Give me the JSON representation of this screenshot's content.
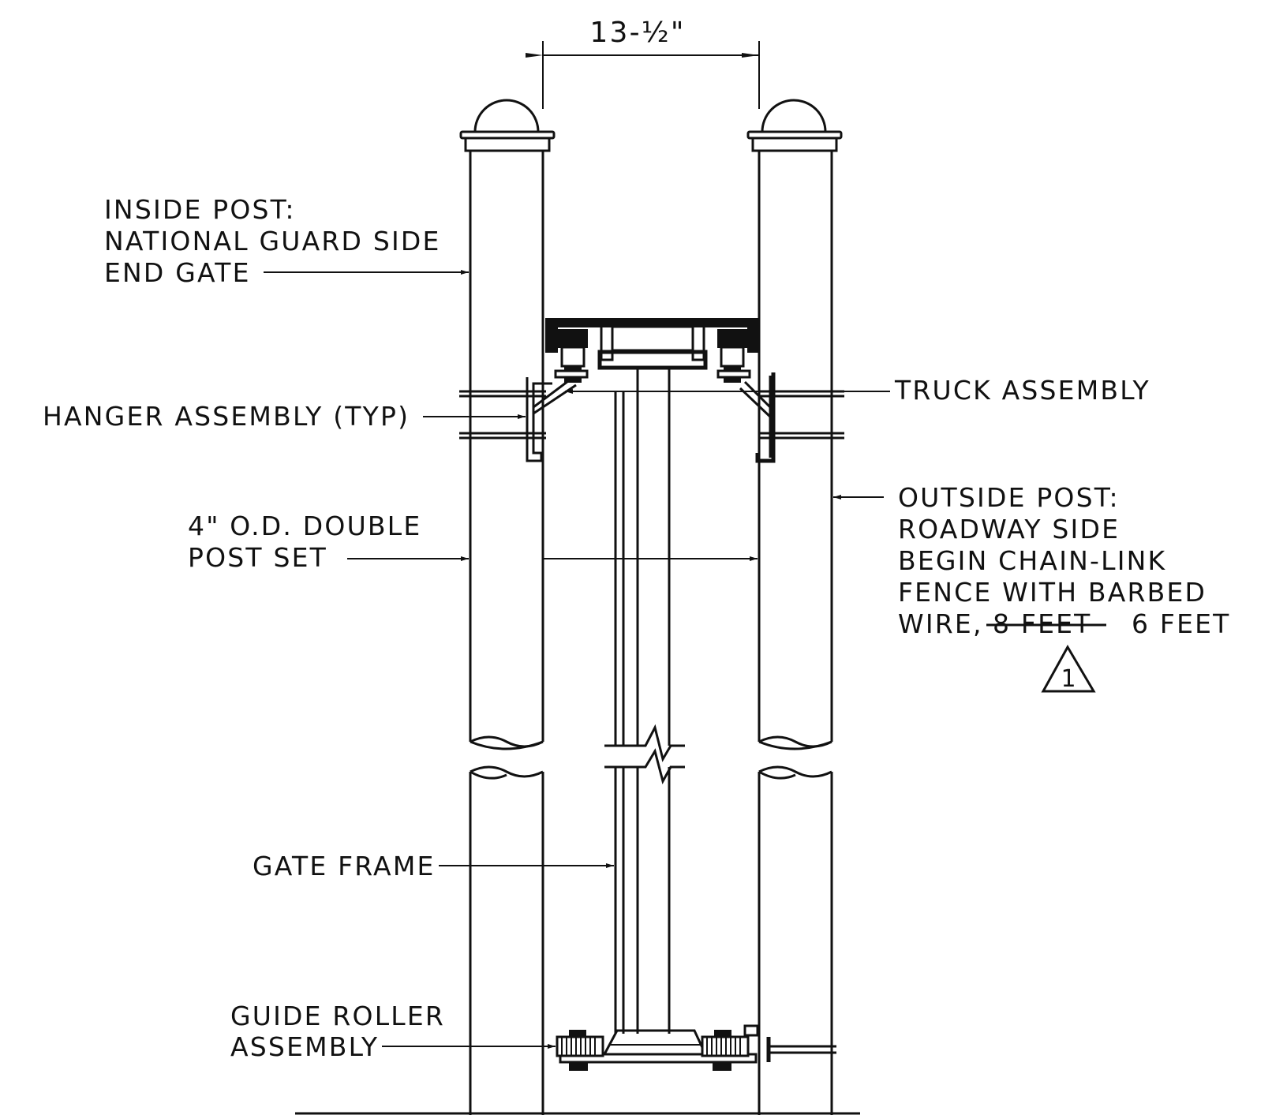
{
  "dimension": {
    "width_label": "13-½\""
  },
  "labels": {
    "inside_post": [
      "INSIDE POST:",
      "NATIONAL GUARD SIDE",
      "END GATE"
    ],
    "hanger_assembly": "HANGER ASSEMBLY (TYP)",
    "double_post_set": [
      "4\" O.D. DOUBLE",
      "POST SET"
    ],
    "gate_frame": "GATE FRAME",
    "guide_roller": [
      "GUIDE ROLLER",
      "ASSEMBLY"
    ],
    "truck_assembly": "TRUCK ASSEMBLY",
    "outside_post": {
      "lines": [
        "OUTSIDE POST:",
        "ROADWAY SIDE",
        "BEGIN CHAIN-LINK",
        "FENCE WITH BARBED"
      ],
      "last_line_prefix": "WIRE,",
      "struck_text": "8 FEET",
      "replacement_text": "6 FEET"
    }
  },
  "revision": {
    "number": "1"
  }
}
